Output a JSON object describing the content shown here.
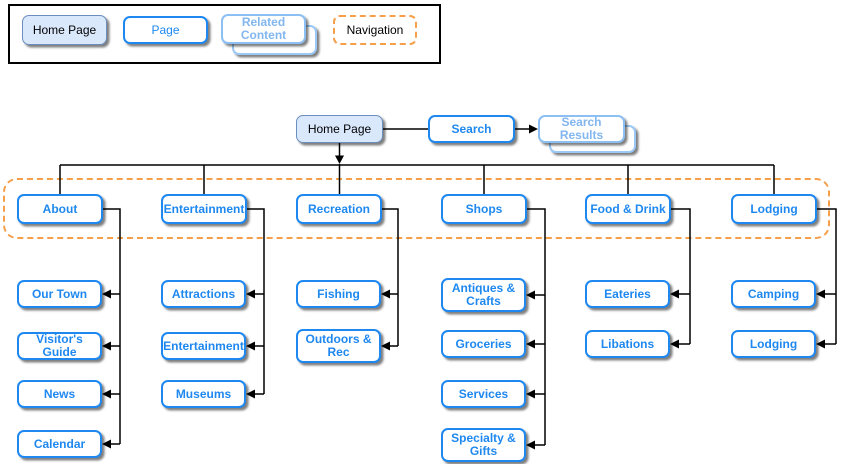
{
  "colors": {
    "homepage_fill": "#dae8fc",
    "homepage_border": "#6c8ebf",
    "page_blue": "#1e88f0",
    "related_light_blue": "#82b6f0",
    "navigation_orange": "#f59f4a",
    "connector": "#000000"
  },
  "legend": {
    "home_page": "Home Page",
    "page": "Page",
    "related_content": "Related Content",
    "navigation": "Navigation"
  },
  "sitemap": {
    "home": "Home Page",
    "search": "Search",
    "search_results": "Search Results",
    "sections": [
      {
        "label": "About",
        "children": [
          "Our Town",
          "Visitor's Guide",
          "News",
          "Calendar"
        ]
      },
      {
        "label": "Entertainment",
        "children": [
          "Attractions",
          "Entertainment",
          "Museums"
        ]
      },
      {
        "label": "Recreation",
        "children": [
          "Fishing",
          "Outdoors & Rec"
        ]
      },
      {
        "label": "Shops",
        "children": [
          "Antiques & Crafts",
          "Groceries",
          "Services",
          "Specialty & Gifts"
        ]
      },
      {
        "label": "Food & Drink",
        "children": [
          "Eateries",
          "Libations"
        ]
      },
      {
        "label": "Lodging",
        "children": [
          "Camping",
          "Lodging"
        ]
      }
    ]
  }
}
